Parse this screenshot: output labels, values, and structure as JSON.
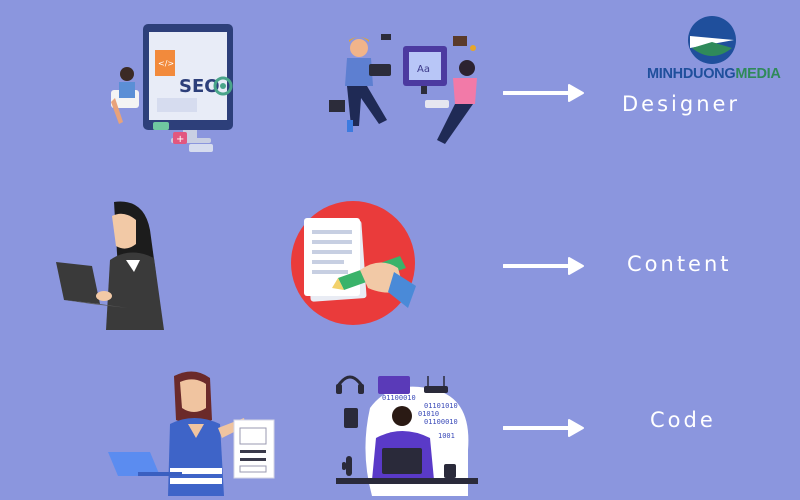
{
  "logo": {
    "part1": "MINHDUONG",
    "part2": "MEDIA"
  },
  "rows": [
    {
      "label": "Designer",
      "illustrations": [
        "seo-computer-illustration",
        "designers-team-illustration"
      ]
    },
    {
      "label": "Content",
      "illustrations": [
        "woman-laptop-illustration",
        "document-writing-illustration"
      ]
    },
    {
      "label": "Code",
      "illustrations": [
        "woman-presenting-illustration",
        "developer-desk-illustration"
      ]
    }
  ],
  "seo_text": "SEO",
  "code_bits": [
    "01100010",
    "01101010",
    "01010",
    "01100010",
    "1001"
  ],
  "colors": {
    "background": "#8b96de",
    "arrow": "#ffffff",
    "logo_blue": "#1f4f9c",
    "logo_green": "#2f8a5a"
  }
}
